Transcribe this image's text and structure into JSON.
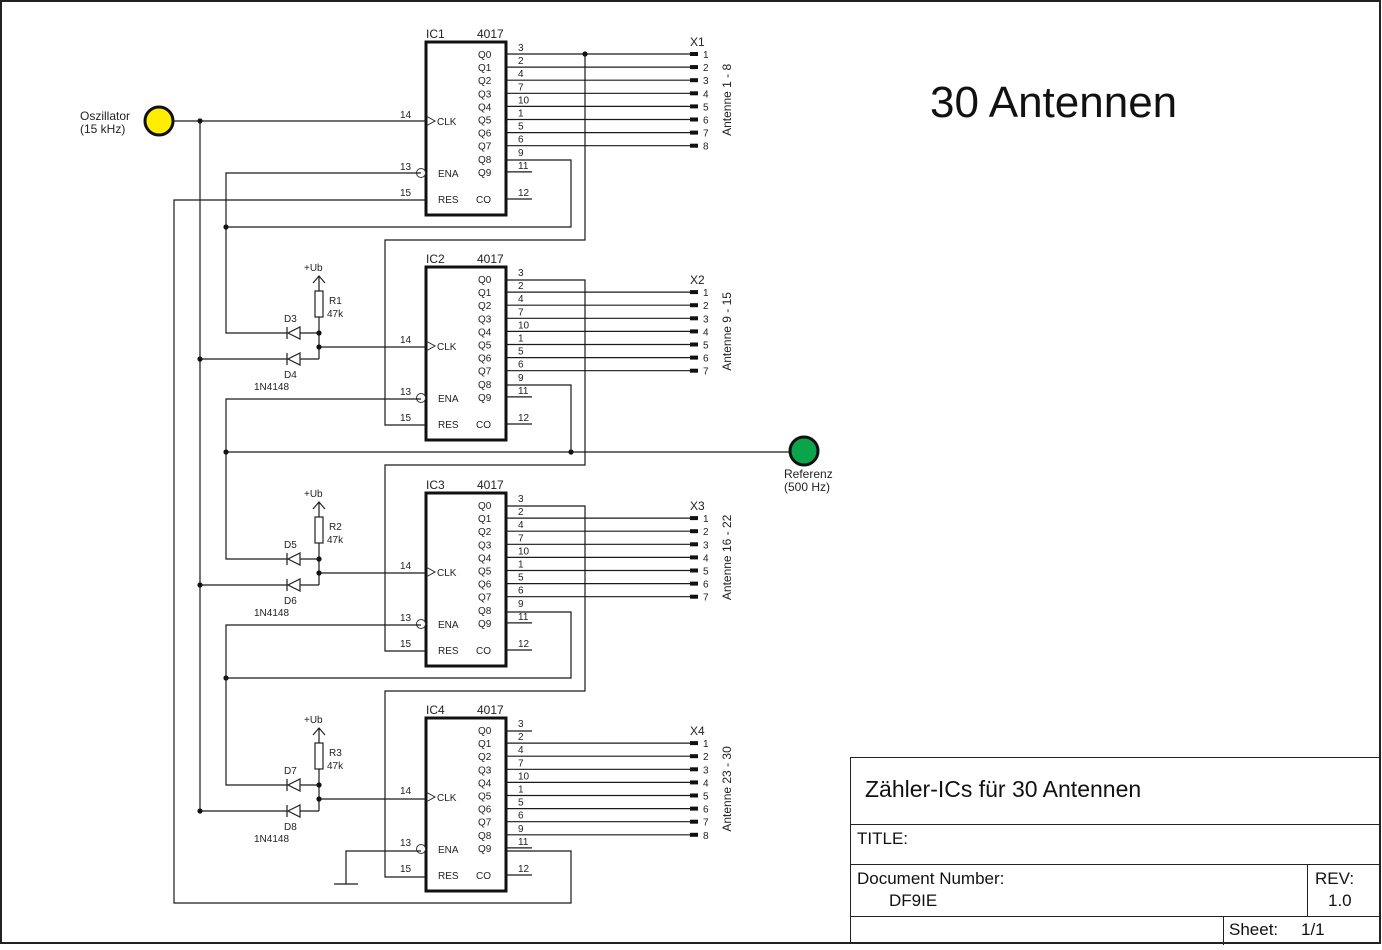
{
  "page_title": "30 Antennen",
  "oscillator": {
    "label_line1": "Oszillator",
    "label_line2": "(15 kHz)",
    "color": "#ffee00"
  },
  "reference": {
    "label_line1": "Referenz",
    "label_line2": "(500 Hz)",
    "color": "#0aa44a"
  },
  "ic_pins_left": {
    "clk": {
      "num": "14",
      "name": "CLK"
    },
    "ena": {
      "num": "13",
      "name": "ENA"
    },
    "res": {
      "num": "15",
      "name": "RES"
    }
  },
  "ic_outputs": [
    {
      "name": "Q0",
      "pin": "3"
    },
    {
      "name": "Q1",
      "pin": "2"
    },
    {
      "name": "Q2",
      "pin": "4"
    },
    {
      "name": "Q3",
      "pin": "7"
    },
    {
      "name": "Q4",
      "pin": "10"
    },
    {
      "name": "Q5",
      "pin": "1"
    },
    {
      "name": "Q6",
      "pin": "5"
    },
    {
      "name": "Q7",
      "pin": "6"
    },
    {
      "name": "Q8",
      "pin": "9"
    },
    {
      "name": "Q9",
      "pin": "11"
    }
  ],
  "ic_co": {
    "name": "CO",
    "pin": "12"
  },
  "ics": [
    {
      "ref": "IC1",
      "part": "4017",
      "connector": "X1",
      "antenna_label": "Antenne 1 - 8",
      "connector_pins": [
        "1",
        "2",
        "3",
        "4",
        "5",
        "6",
        "7",
        "8"
      ]
    },
    {
      "ref": "IC2",
      "part": "4017",
      "connector": "X2",
      "antenna_label": "Antenne 9 - 15",
      "connector_pins": [
        "1",
        "2",
        "3",
        "4",
        "5",
        "6",
        "7"
      ]
    },
    {
      "ref": "IC3",
      "part": "4017",
      "connector": "X3",
      "antenna_label": "Antenne 16 - 22",
      "connector_pins": [
        "1",
        "2",
        "3",
        "4",
        "5",
        "6",
        "7"
      ]
    },
    {
      "ref": "IC4",
      "part": "4017",
      "connector": "X4",
      "antenna_label": "Antenne 23 - 30",
      "connector_pins": [
        "1",
        "2",
        "3",
        "4",
        "5",
        "6",
        "7",
        "8"
      ]
    }
  ],
  "gates": [
    {
      "supply": "+Ub",
      "resistor": "R1",
      "resistor_value": "47k",
      "diode_top": "D3",
      "diode_bottom": "D4",
      "diode_type": "1N4148"
    },
    {
      "supply": "+Ub",
      "resistor": "R2",
      "resistor_value": "47k",
      "diode_top": "D5",
      "diode_bottom": "D6",
      "diode_type": "1N4148"
    },
    {
      "supply": "+Ub",
      "resistor": "R3",
      "resistor_value": "47k",
      "diode_top": "D7",
      "diode_bottom": "D8",
      "diode_type": "1N4148"
    }
  ],
  "title_block": {
    "description": "Zähler-ICs für 30 Antennen",
    "title_label": "TITLE:",
    "doc_number_label": "Document Number:",
    "doc_number": "DF9IE",
    "rev_label": "REV:",
    "rev": "1.0",
    "sheet_label": "Sheet:",
    "sheet": "1/1"
  }
}
